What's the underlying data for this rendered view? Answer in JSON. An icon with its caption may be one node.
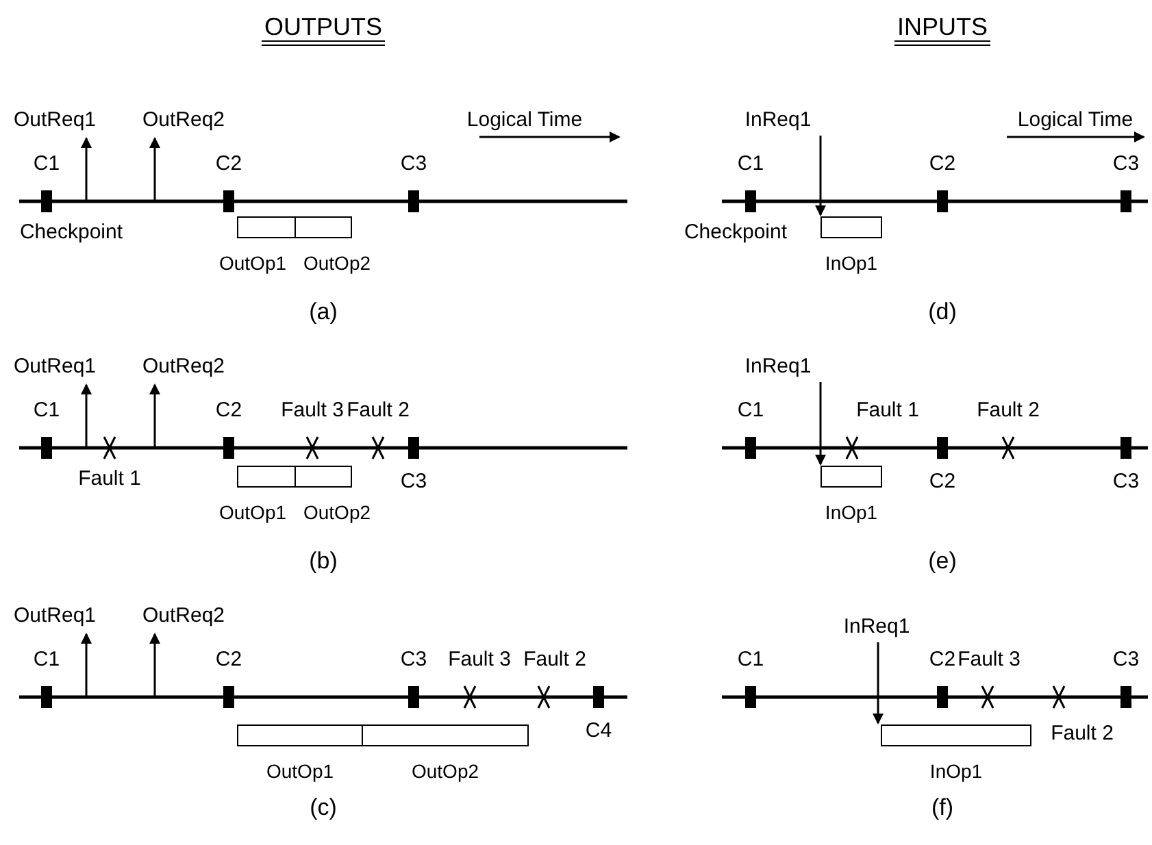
{
  "diagram": {
    "nodes": [
      {
        "text": [
          "OutReq1"
        ]
      },
      {
        "text": [
          "OutReq2"
        ]
      },
      {
        "text": [
          "OutOp1"
        ]
      },
      {
        "text": [
          "OutOp2"
        ]
      },
      {
        "text": [
          "InReq1"
        ]
      },
      {
        "text": [
          "InOp1"
        ]
      },
      {
        "text": [
          "OutReq1"
        ]
      },
      {
        "text": [
          "OutReq2"
        ]
      },
      {
        "text": [
          "OutOp1"
        ]
      },
      {
        "text": [
          "OutOp2"
        ]
      },
      {
        "text": [
          "InReq1"
        ]
      },
      {
        "text": [
          "InOp1"
        ]
      },
      {
        "text": [
          "OutReq1"
        ]
      },
      {
        "text": [
          "OutReq2"
        ]
      },
      {
        "text": [
          "OutOp1"
        ]
      },
      {
        "text": [
          "OutOp2"
        ]
      },
      {
        "text": [
          "InReq1"
        ]
      },
      {
        "text": [
          "InOp1"
        ]
      }
    ],
    "edges": [
      {
        "from": null,
        "to": 0,
        "arrow": "to"
      },
      {
        "from": null,
        "to": 1,
        "arrow": "to"
      },
      {
        "from": 4,
        "to": 5,
        "arrow": "to"
      },
      {
        "from": null,
        "to": 6,
        "arrow": "to"
      },
      {
        "from": null,
        "to": 7,
        "arrow": "to"
      },
      {
        "from": 10,
        "to": 11,
        "arrow": "to"
      },
      {
        "from": null,
        "to": 12,
        "arrow": "to"
      },
      {
        "from": null,
        "to": 13,
        "arrow": "to"
      },
      {
        "from": 16,
        "to": 17,
        "arrow": "to"
      }
    ],
    "labels": [
      "OUTPUTS",
      "INPUTS",
      "Logical Time",
      "C1",
      "C2",
      "C3",
      "Checkpoint",
      "(a)",
      "Logical Time",
      "C1",
      "C2",
      "C3",
      "Checkpoint",
      "(d)",
      "C1",
      "C2",
      "Fault 3",
      "Fault 2",
      "Fault 1",
      "C3",
      "(b)",
      "C1",
      "Fault 1",
      "Fault 2",
      "C2",
      "C3",
      "(e)",
      "C1",
      "C2",
      "C3",
      "Fault 3",
      "Fault 2",
      "C4",
      "(c)",
      "C1",
      "C2",
      "Fault 3",
      "C3",
      "Fault 2",
      "(f)"
    ]
  }
}
